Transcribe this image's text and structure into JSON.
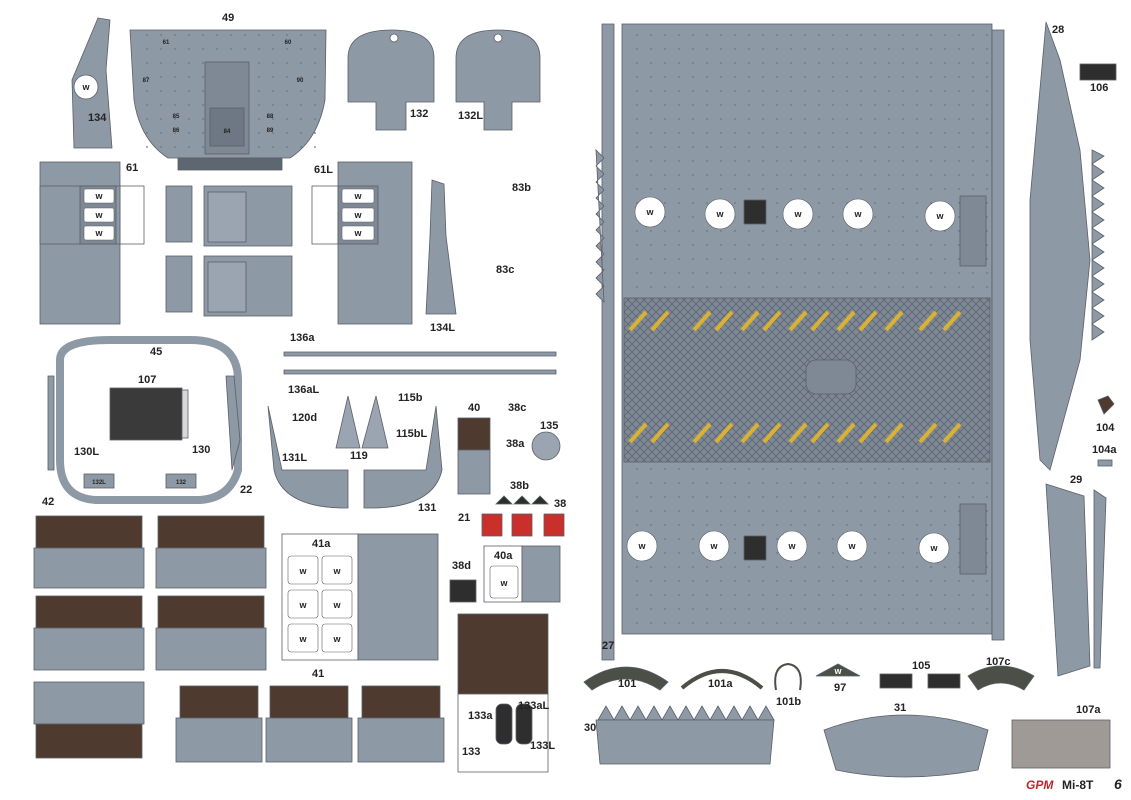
{
  "sheet": {
    "brand": "GPM",
    "model": "Mi-8T",
    "page_number": "6"
  },
  "window_mark": "w",
  "colors": {
    "paint_grey": "#8e99a6",
    "paint_grey_dark": "#7f8996",
    "brown": "#4e3a2f",
    "dark": "#2e2e2e",
    "red": "#c9302c",
    "yellow": "#d9b233",
    "brand_red": "#c0262b",
    "outline": "#5a5f66"
  },
  "labels": {
    "p49": "49",
    "p134": "134",
    "p132": "132",
    "p132L": "132L",
    "p61": "61",
    "p61L": "61L",
    "p83b": "83b",
    "p83c": "83c",
    "p134L": "134L",
    "p45": "45",
    "p107": "107",
    "p130L": "130L",
    "p130": "130",
    "p136a": "136a",
    "p136aL": "136aL",
    "p120d": "120d",
    "p131L": "131L",
    "p119": "119",
    "p115b": "115b",
    "p115bL": "115bL",
    "p131": "131",
    "p40": "40",
    "p38c": "38c",
    "p38a": "38a",
    "p135": "135",
    "p38b": "38b",
    "p38": "38",
    "p42": "42",
    "p22": "22",
    "p21": "21",
    "p41a": "41a",
    "p38d": "38d",
    "p40a": "40a",
    "p41": "41",
    "p133a": "133a",
    "p133aL": "133aL",
    "p133": "133",
    "p133L": "133L",
    "p27": "27",
    "p28": "28",
    "p106": "106",
    "p104": "104",
    "p104a": "104a",
    "p29": "29",
    "p101": "101",
    "p101a": "101a",
    "p101b": "101b",
    "p97": "97",
    "p105": "105",
    "p107c": "107c",
    "p30": "30",
    "p31": "31",
    "p107a": "107a"
  },
  "panel49_marks": [
    "61",
    "60",
    "84",
    "85",
    "86",
    "87",
    "88",
    "89",
    "90"
  ],
  "box_labels": {
    "b132L": "132L",
    "b132": "132"
  }
}
